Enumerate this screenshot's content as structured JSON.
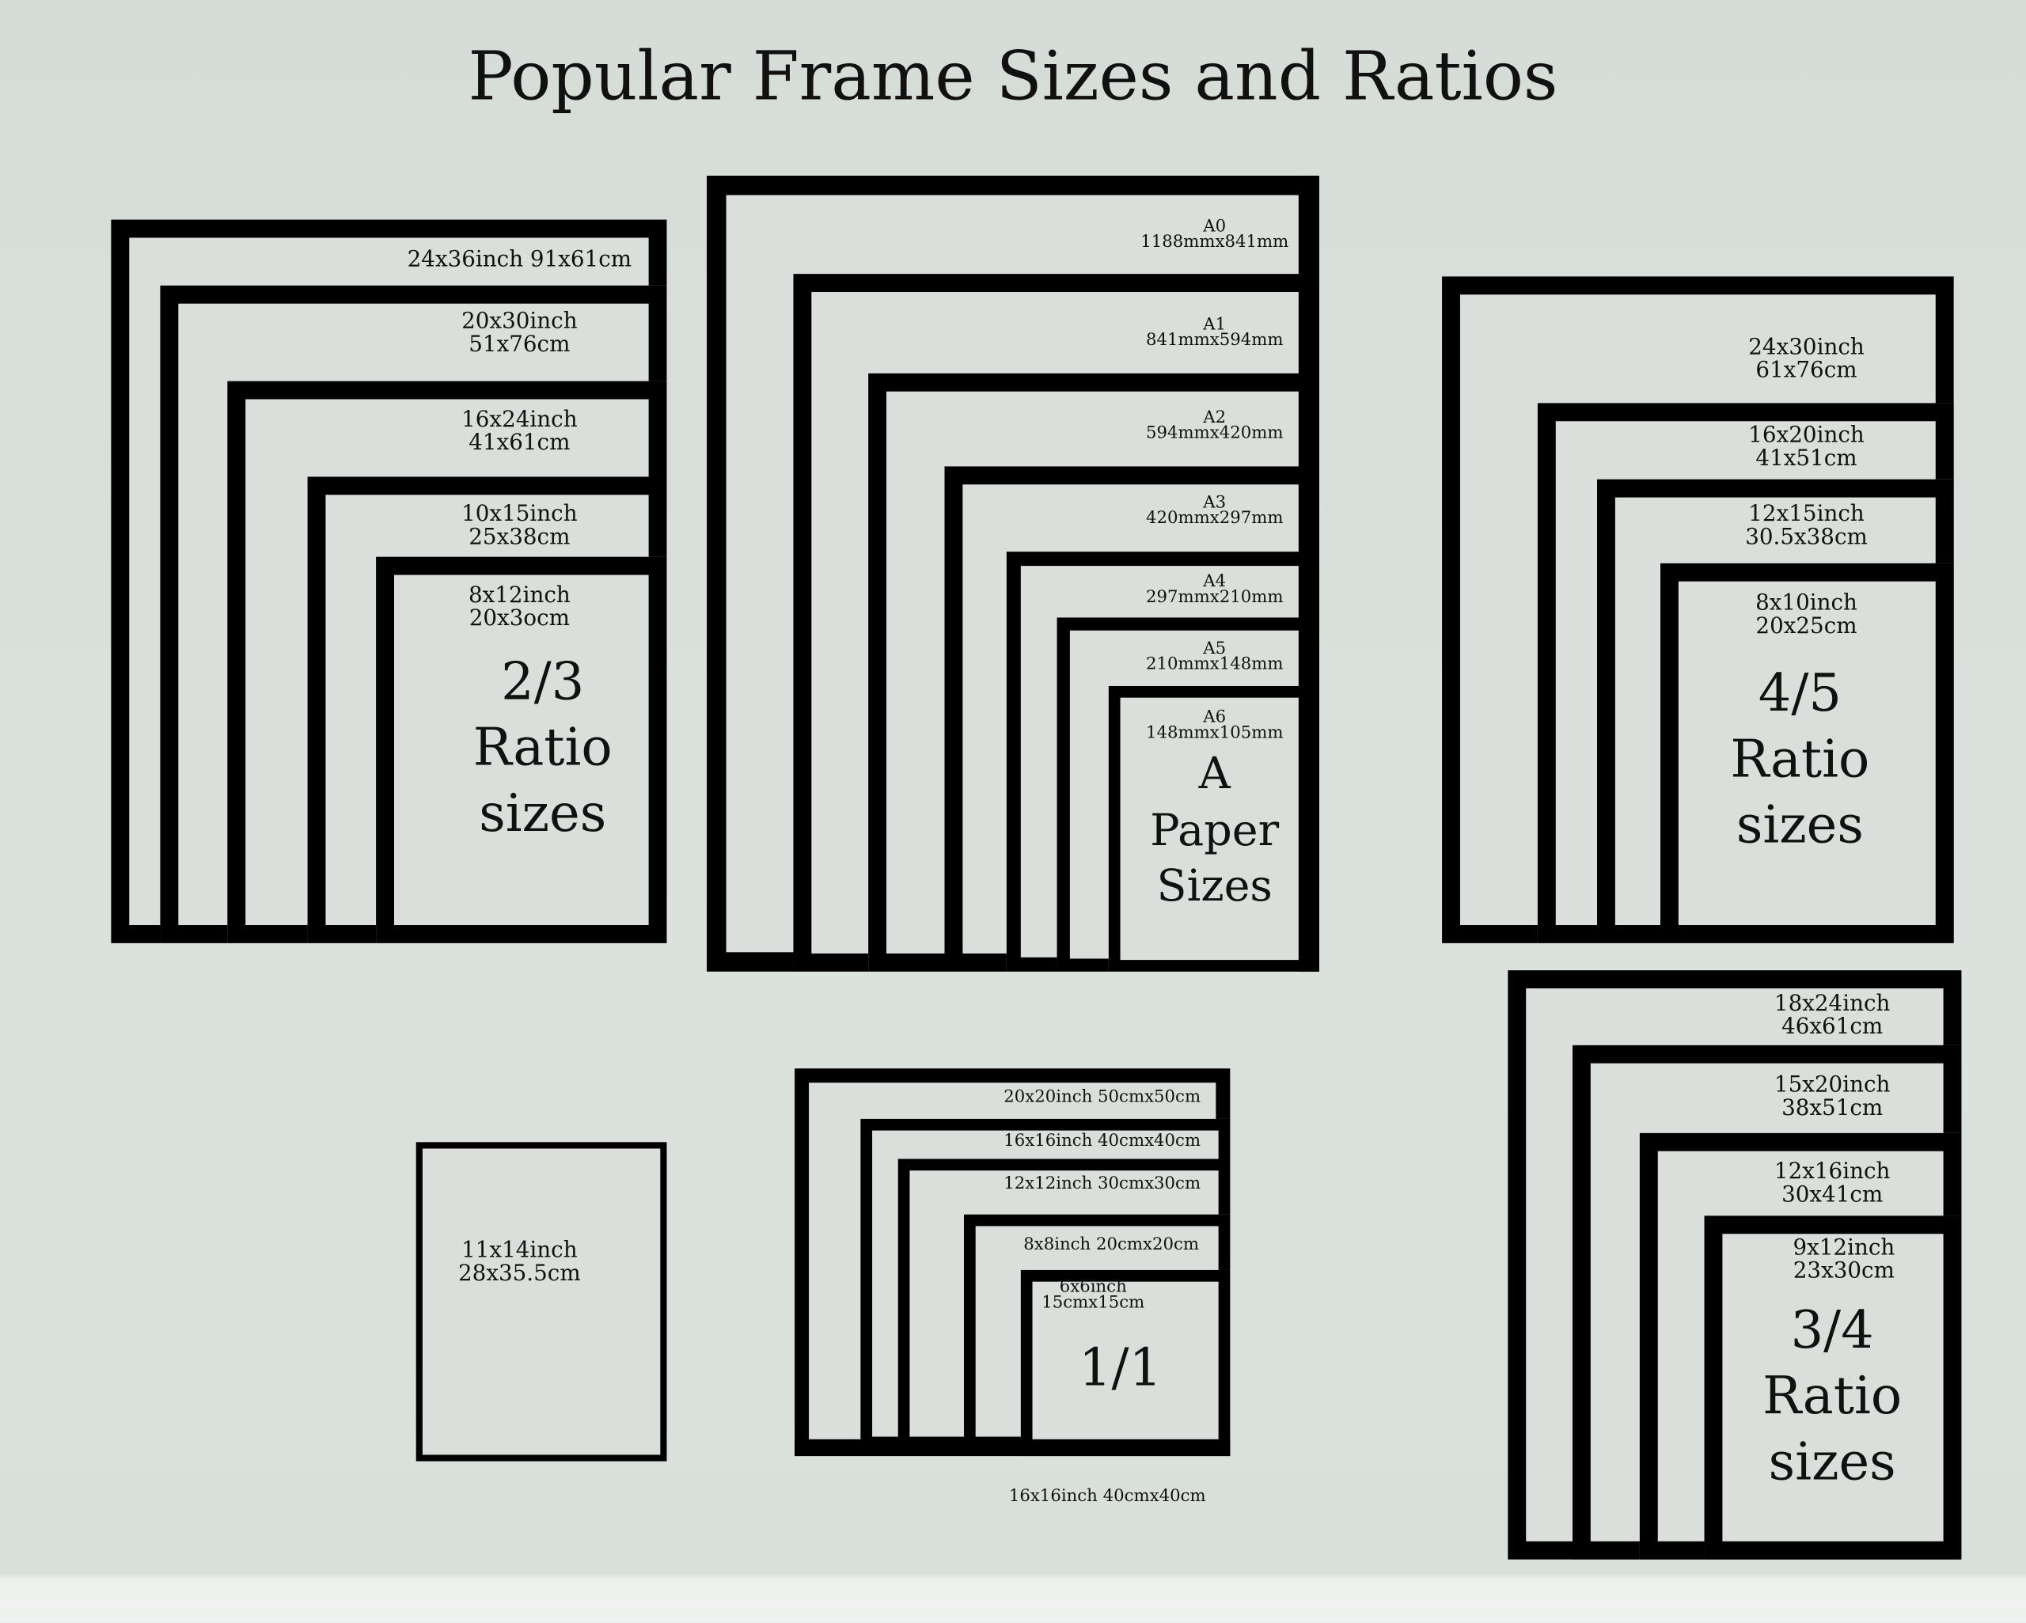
{
  "title": "Popular Frame Sizes and Ratios",
  "ratio_2_3": {
    "labels": [
      [
        "24x36inch 91x61cm"
      ],
      [
        "20x30inch",
        "51x76cm"
      ],
      [
        "16x24inch",
        "41x61cm"
      ],
      [
        "10x15inch",
        "25x38cm"
      ],
      [
        "8x12inch",
        "20x3ocm"
      ]
    ],
    "caption": [
      "2/3",
      "Ratio",
      "sizes"
    ]
  },
  "a_paper": {
    "labels": [
      [
        "A0",
        "1188mmx841mm"
      ],
      [
        "A1",
        "841mmx594mm"
      ],
      [
        "A2",
        "594mmx420mm"
      ],
      [
        "A3",
        "420mmx297mm"
      ],
      [
        "A4",
        "297mmx210mm"
      ],
      [
        "A5",
        "210mmx148mm"
      ],
      [
        "A6",
        "148mmx105mm"
      ]
    ],
    "caption": [
      "A",
      "Paper",
      "Sizes"
    ]
  },
  "ratio_4_5": {
    "labels": [
      [
        "24x30inch",
        "61x76cm"
      ],
      [
        "16x20inch",
        "41x51cm"
      ],
      [
        "12x15inch",
        "30.5x38cm"
      ],
      [
        "8x10inch",
        "20x25cm"
      ]
    ],
    "caption": [
      "4/5",
      "Ratio",
      "sizes"
    ]
  },
  "ratio_3_4": {
    "labels": [
      [
        "18x24inch",
        "46x61cm"
      ],
      [
        "15x20inch",
        "38x51cm"
      ],
      [
        "12x16inch",
        "30x41cm"
      ],
      [
        "9x12inch",
        "23x30cm"
      ]
    ],
    "caption": [
      "3/4",
      "Ratio",
      "sizes"
    ]
  },
  "single": {
    "labels": [
      "11x14inch",
      "28x35.5cm"
    ]
  },
  "ratio_1_1": {
    "labels": [
      "20x20inch 50cmx50cm",
      "16x16inch 40cmx40cm",
      "12x12inch 30cmx30cm",
      "8x8inch 20cmx20cm",
      [
        "6x6inch",
        "15cmx15cm"
      ]
    ],
    "caption": "1/1",
    "below": "16x16inch 40cmx40cm"
  }
}
